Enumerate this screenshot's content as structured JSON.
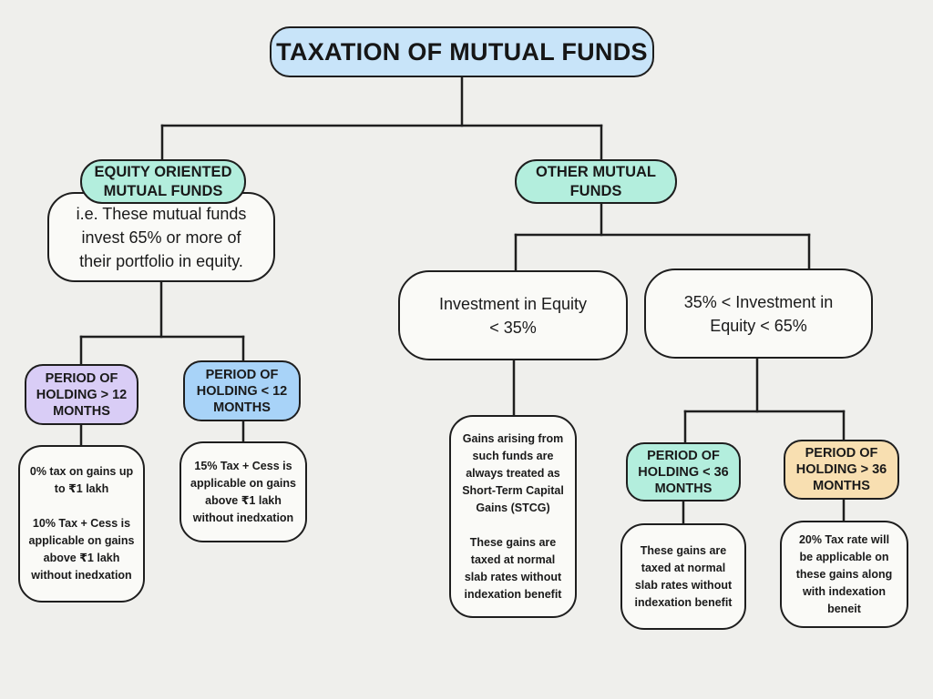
{
  "title": "TAXATION OF MUTUAL FUNDS",
  "equity": {
    "label_lines": [
      "EQUITY ORIENTED",
      "MUTUAL FUNDS"
    ],
    "description_lines": [
      "i.e. These mutual funds",
      "invest 65% or more of",
      "their portfolio in equity."
    ],
    "over12": {
      "label_lines": [
        "PERIOD OF",
        "HOLDING > 12",
        "MONTHS"
      ],
      "detail": {
        "para1_lines": [
          "0% tax on gains up",
          "to ₹1 lakh"
        ],
        "para2_lines": [
          "10% Tax + Cess is",
          "applicable on gains",
          "above ₹1 lakh",
          "without inedxation"
        ]
      }
    },
    "under12": {
      "label_lines": [
        "PERIOD OF",
        "HOLDING < 12",
        "MONTHS"
      ],
      "detail_lines": [
        "15% Tax + Cess is",
        "applicable on gains",
        "above ₹1 lakh",
        "without inedxation"
      ]
    }
  },
  "other": {
    "label_lines": [
      "OTHER MUTUAL",
      "FUNDS"
    ],
    "lt35": {
      "label_lines": [
        "Investment in Equity",
        "< 35%"
      ],
      "detail": {
        "para1_lines": [
          "Gains arising from",
          "such funds are",
          "always treated as",
          "Short-Term Capital",
          "Gains (STCG)"
        ],
        "para2_lines": [
          "These gains are",
          "taxed at normal",
          "slab rates without",
          "indexation benefit"
        ]
      }
    },
    "mid": {
      "label_lines": [
        "35% < Investment in",
        "Equity < 65%"
      ],
      "under36": {
        "label_lines": [
          "PERIOD OF",
          "HOLDING < 36",
          "MONTHS"
        ],
        "detail_lines": [
          "These gains are",
          "taxed at normal",
          "slab rates without",
          "indexation benefit"
        ]
      },
      "over36": {
        "label_lines": [
          "PERIOD OF",
          "HOLDING > 36",
          "MONTHS"
        ],
        "detail_lines": [
          "20% Tax rate will",
          "be applicable on",
          "these gains along",
          "with indexation",
          "beneit"
        ]
      }
    }
  },
  "colors": {
    "background": "#efefec",
    "title_fill": "#c8e4f9",
    "category_fill": "#b3eedd",
    "period_over12_fill": "#d9cdf6",
    "period_under12_fill": "#a8d3f8",
    "period_under36_fill": "#b3eedd",
    "period_over36_fill": "#f8dfb1",
    "box_fill": "#fafaf7",
    "stroke": "#1e1e1e"
  }
}
